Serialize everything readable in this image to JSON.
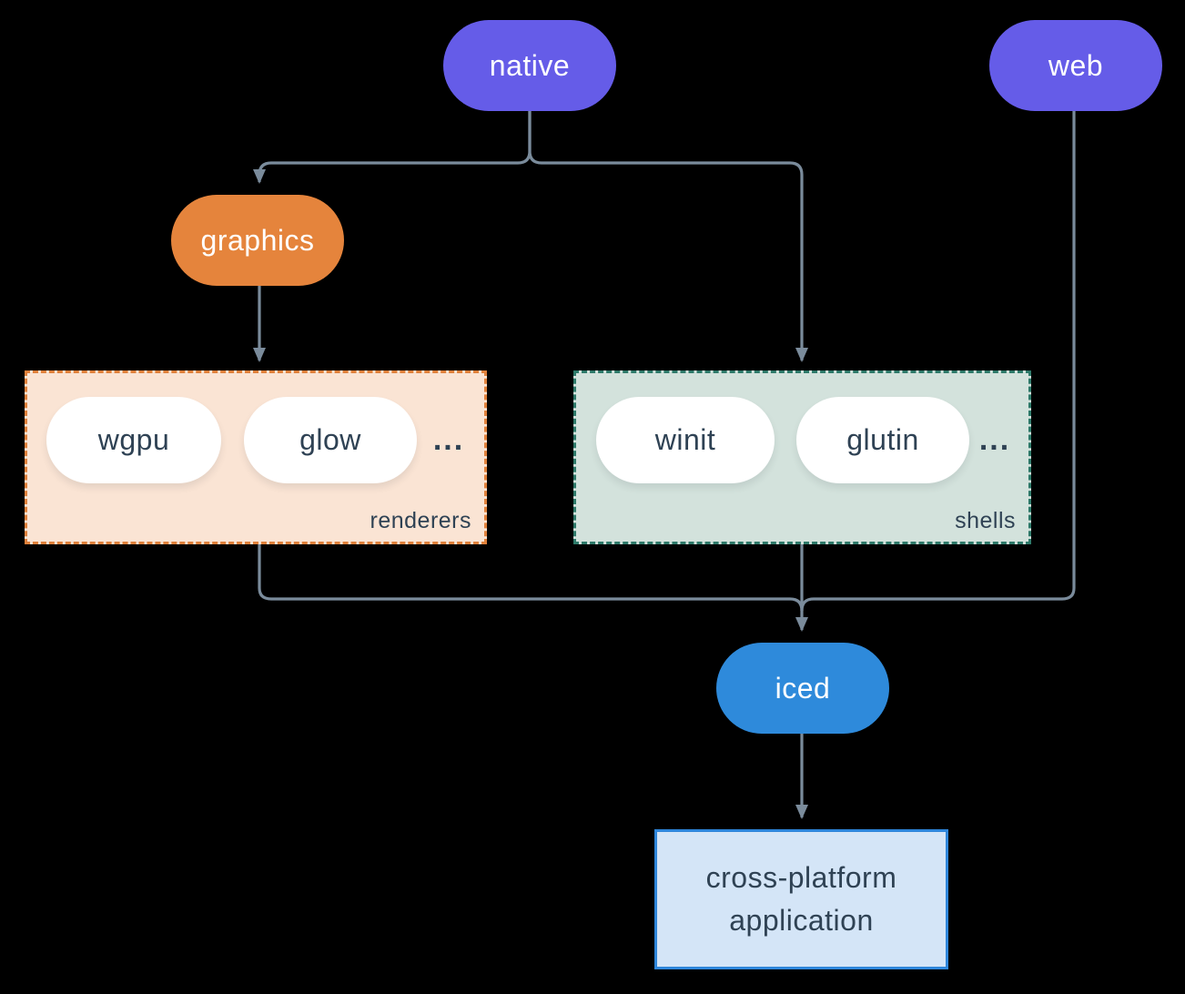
{
  "colors": {
    "background": "#000000",
    "connector": "#7A8B9B",
    "purple": "#655CE8",
    "orange": "#E5843C",
    "blue": "#2E8ADB",
    "white_pill": "#FFFFFF",
    "slate_text": "#2F4254",
    "renderers_fill": "#FAE4D4",
    "renderers_border": "#E0813B",
    "shells_fill": "#D3E2DC",
    "shells_border": "#2E7A6A",
    "app_fill": "#D4E5F7",
    "app_border": "#2E86DB"
  },
  "nodes": {
    "native": {
      "label": "native"
    },
    "web": {
      "label": "web"
    },
    "graphics": {
      "label": "graphics"
    },
    "iced": {
      "label": "iced"
    },
    "app": {
      "line1": "cross-platform",
      "line2": "application"
    }
  },
  "groups": {
    "renderers": {
      "label": "renderers",
      "items": [
        "wgpu",
        "glow"
      ],
      "ellipsis": "..."
    },
    "shells": {
      "label": "shells",
      "items": [
        "winit",
        "glutin"
      ],
      "ellipsis": "..."
    }
  }
}
